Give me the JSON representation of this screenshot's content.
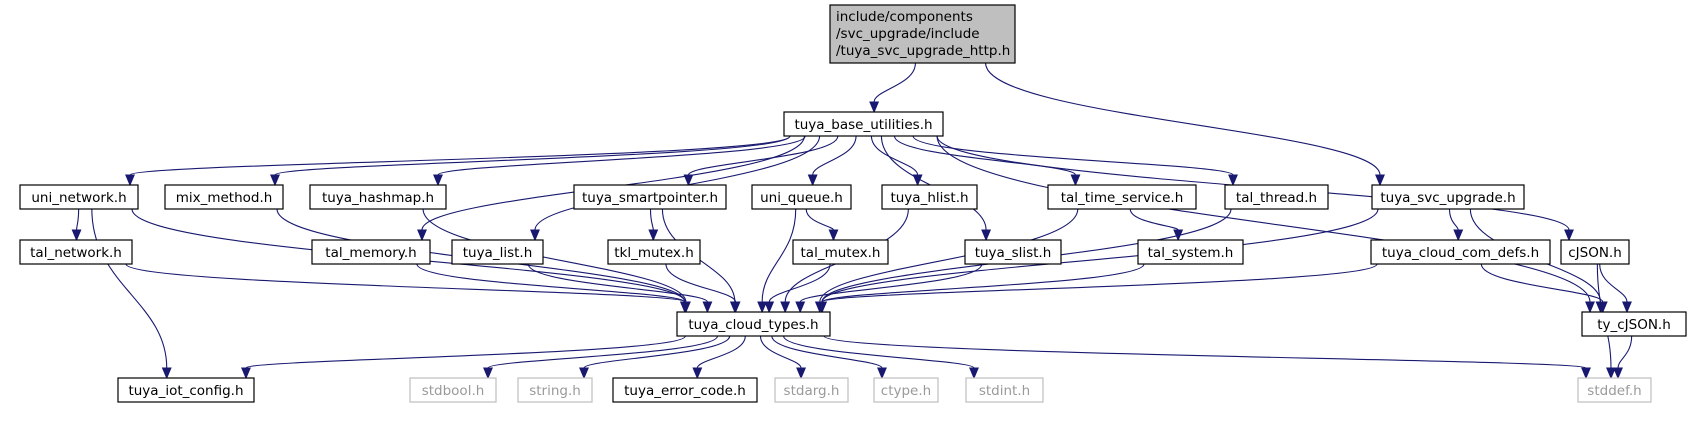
{
  "diagram": {
    "colors": {
      "edge": "#191970",
      "root_fill": "#bfbfbf",
      "node_border": "#000000",
      "missing_border": "#bfbfbf",
      "missing_text": "#9a9a9a"
    },
    "nodes": [
      {
        "id": "root",
        "lines": [
          "include/components",
          "/svc_upgrade/include",
          "/tuya_svc_upgrade_http.h"
        ],
        "kind": "root"
      },
      {
        "id": "base_utilities",
        "lines": [
          "tuya_base_utilities.h"
        ],
        "kind": "normal"
      },
      {
        "id": "uni_network",
        "lines": [
          "uni_network.h"
        ],
        "kind": "normal"
      },
      {
        "id": "mix_method",
        "lines": [
          "mix_method.h"
        ],
        "kind": "normal"
      },
      {
        "id": "hashmap",
        "lines": [
          "tuya_hashmap.h"
        ],
        "kind": "normal"
      },
      {
        "id": "smartpointer",
        "lines": [
          "tuya_smartpointer.h"
        ],
        "kind": "normal"
      },
      {
        "id": "uni_queue",
        "lines": [
          "uni_queue.h"
        ],
        "kind": "normal"
      },
      {
        "id": "hlist",
        "lines": [
          "tuya_hlist.h"
        ],
        "kind": "normal"
      },
      {
        "id": "time_service",
        "lines": [
          "tal_time_service.h"
        ],
        "kind": "normal"
      },
      {
        "id": "tal_thread",
        "lines": [
          "tal_thread.h"
        ],
        "kind": "normal"
      },
      {
        "id": "svc_upgrade",
        "lines": [
          "tuya_svc_upgrade.h"
        ],
        "kind": "normal"
      },
      {
        "id": "tal_network",
        "lines": [
          "tal_network.h"
        ],
        "kind": "normal"
      },
      {
        "id": "tal_memory",
        "lines": [
          "tal_memory.h"
        ],
        "kind": "normal"
      },
      {
        "id": "tuya_list",
        "lines": [
          "tuya_list.h"
        ],
        "kind": "normal"
      },
      {
        "id": "tkl_mutex",
        "lines": [
          "tkl_mutex.h"
        ],
        "kind": "normal"
      },
      {
        "id": "tal_mutex",
        "lines": [
          "tal_mutex.h"
        ],
        "kind": "normal"
      },
      {
        "id": "slist",
        "lines": [
          "tuya_slist.h"
        ],
        "kind": "normal"
      },
      {
        "id": "tal_system",
        "lines": [
          "tal_system.h"
        ],
        "kind": "normal"
      },
      {
        "id": "cloud_com_defs",
        "lines": [
          "tuya_cloud_com_defs.h"
        ],
        "kind": "normal"
      },
      {
        "id": "cjson",
        "lines": [
          "cJSON.h"
        ],
        "kind": "normal"
      },
      {
        "id": "cloud_types",
        "lines": [
          "tuya_cloud_types.h"
        ],
        "kind": "normal"
      },
      {
        "id": "ty_cjson",
        "lines": [
          "ty_cJSON.h"
        ],
        "kind": "normal"
      },
      {
        "id": "iot_config",
        "lines": [
          "tuya_iot_config.h"
        ],
        "kind": "normal"
      },
      {
        "id": "stdbool",
        "lines": [
          "stdbool.h"
        ],
        "kind": "missing"
      },
      {
        "id": "string",
        "lines": [
          "string.h"
        ],
        "kind": "missing"
      },
      {
        "id": "error_code",
        "lines": [
          "tuya_error_code.h"
        ],
        "kind": "normal"
      },
      {
        "id": "stdarg",
        "lines": [
          "stdarg.h"
        ],
        "kind": "missing"
      },
      {
        "id": "ctype",
        "lines": [
          "ctype.h"
        ],
        "kind": "missing"
      },
      {
        "id": "stdint",
        "lines": [
          "stdint.h"
        ],
        "kind": "missing"
      },
      {
        "id": "stddef",
        "lines": [
          "stddef.h"
        ],
        "kind": "missing"
      }
    ],
    "edges": [
      {
        "from": "root",
        "to": "base_utilities"
      },
      {
        "from": "root",
        "to": "svc_upgrade"
      },
      {
        "from": "base_utilities",
        "to": "uni_network"
      },
      {
        "from": "base_utilities",
        "to": "mix_method"
      },
      {
        "from": "base_utilities",
        "to": "hashmap"
      },
      {
        "from": "base_utilities",
        "to": "tal_memory"
      },
      {
        "from": "base_utilities",
        "to": "tuya_list"
      },
      {
        "from": "base_utilities",
        "to": "smartpointer"
      },
      {
        "from": "base_utilities",
        "to": "uni_queue"
      },
      {
        "from": "base_utilities",
        "to": "hlist"
      },
      {
        "from": "base_utilities",
        "to": "slist"
      },
      {
        "from": "base_utilities",
        "to": "time_service"
      },
      {
        "from": "base_utilities",
        "to": "tal_thread"
      },
      {
        "from": "base_utilities",
        "to": "cjson"
      },
      {
        "from": "base_utilities",
        "to": "ty_cjson"
      },
      {
        "from": "uni_network",
        "to": "tal_network"
      },
      {
        "from": "uni_network",
        "to": "iot_config"
      },
      {
        "from": "uni_network",
        "to": "cloud_types"
      },
      {
        "from": "mix_method",
        "to": "cloud_types"
      },
      {
        "from": "hashmap",
        "to": "cloud_types"
      },
      {
        "from": "tal_network",
        "to": "cloud_types"
      },
      {
        "from": "tal_memory",
        "to": "cloud_types"
      },
      {
        "from": "tuya_list",
        "to": "cloud_types"
      },
      {
        "from": "smartpointer",
        "to": "tkl_mutex"
      },
      {
        "from": "smartpointer",
        "to": "cloud_types"
      },
      {
        "from": "tkl_mutex",
        "to": "cloud_types"
      },
      {
        "from": "uni_queue",
        "to": "tal_mutex"
      },
      {
        "from": "uni_queue",
        "to": "cloud_types"
      },
      {
        "from": "tal_mutex",
        "to": "cloud_types"
      },
      {
        "from": "hlist",
        "to": "cloud_types"
      },
      {
        "from": "slist",
        "to": "cloud_types"
      },
      {
        "from": "time_service",
        "to": "tal_system"
      },
      {
        "from": "time_service",
        "to": "cloud_types"
      },
      {
        "from": "tal_system",
        "to": "cloud_types"
      },
      {
        "from": "tal_thread",
        "to": "cloud_types"
      },
      {
        "from": "svc_upgrade",
        "to": "cloud_com_defs"
      },
      {
        "from": "svc_upgrade",
        "to": "cloud_types"
      },
      {
        "from": "svc_upgrade",
        "to": "ty_cjson"
      },
      {
        "from": "cloud_com_defs",
        "to": "cloud_types"
      },
      {
        "from": "cloud_com_defs",
        "to": "ty_cjson"
      },
      {
        "from": "cjson",
        "to": "ty_cjson"
      },
      {
        "from": "cjson",
        "to": "stddef"
      },
      {
        "from": "ty_cjson",
        "to": "stddef"
      },
      {
        "from": "cloud_types",
        "to": "iot_config"
      },
      {
        "from": "cloud_types",
        "to": "stdbool"
      },
      {
        "from": "cloud_types",
        "to": "string"
      },
      {
        "from": "cloud_types",
        "to": "error_code"
      },
      {
        "from": "cloud_types",
        "to": "stdarg"
      },
      {
        "from": "cloud_types",
        "to": "ctype"
      },
      {
        "from": "cloud_types",
        "to": "stdint"
      },
      {
        "from": "cloud_types",
        "to": "stddef"
      }
    ]
  }
}
